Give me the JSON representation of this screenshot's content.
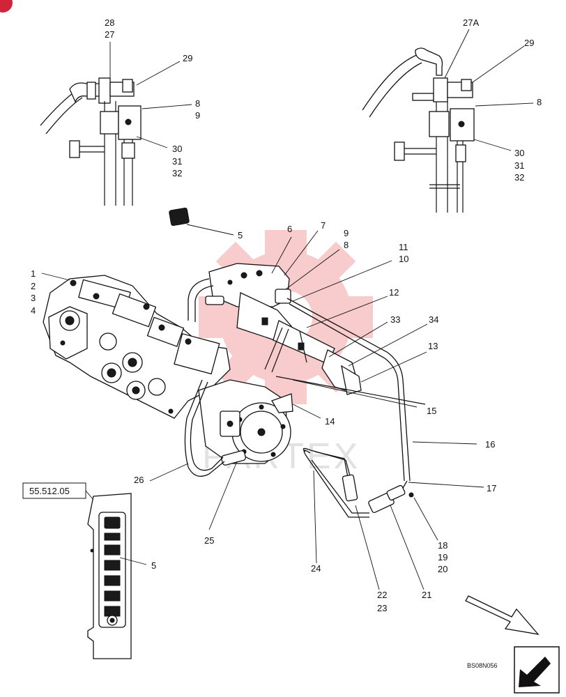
{
  "diagram": {
    "drawing_code": "BS08N056",
    "reference_box": "55.512.05",
    "watermark_text": "PARTEX",
    "colors": {
      "line": "#111111",
      "watermark": "#e8484b",
      "corner_badge": "#d2233a"
    }
  },
  "callouts": {
    "tl_28": "28",
    "tl_27": "27",
    "tl_29": "29",
    "tl_8": "8",
    "tl_9": "9",
    "tl_30": "30",
    "tl_31": "31",
    "tl_32": "32",
    "tr_27a": "27A",
    "tr_29": "29",
    "tr_8": "8",
    "tr_30": "30",
    "tr_31": "31",
    "tr_32": "32",
    "m_5": "5",
    "m_1": "1",
    "m_2": "2",
    "m_3": "3",
    "m_4": "4",
    "m_6": "6",
    "m_7": "7",
    "m_9": "9",
    "m_8": "8",
    "m_11": "11",
    "m_10": "10",
    "m_12": "12",
    "m_33": "33",
    "m_34": "34",
    "m_13": "13",
    "m_15": "15",
    "m_14": "14",
    "m_16": "16",
    "m_17": "17",
    "m_26": "26",
    "m_25": "25",
    "m_24": "24",
    "m_22": "22",
    "m_23": "23",
    "m_21": "21",
    "m_18": "18",
    "m_19": "19",
    "m_20": "20",
    "bl_5": "5"
  },
  "icons": [
    "direction-arrow-icon",
    "page-nav-arrow-icon",
    "corner-badge-icon"
  ]
}
